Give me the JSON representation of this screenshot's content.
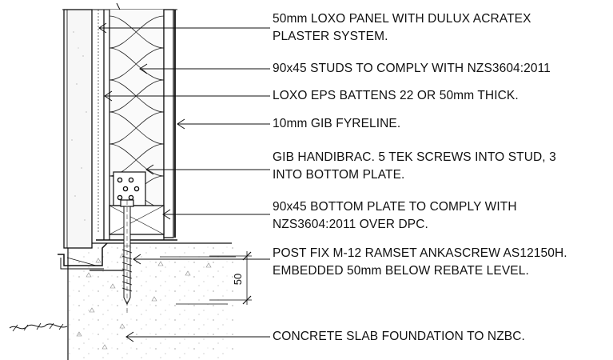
{
  "labels": [
    {
      "id": "loxo-panel",
      "lines": [
        "50mm LOXO PANEL WITH DULUX ACRATEX",
        "PLASTER SYSTEM."
      ]
    },
    {
      "id": "studs",
      "lines": [
        "90x45 STUDS TO COMPLY WITH NZS3604:2011"
      ]
    },
    {
      "id": "battens",
      "lines": [
        "LOXO EPS BATTENS 22 OR 50mm THICK."
      ]
    },
    {
      "id": "gib",
      "lines": [
        "10mm GIB FYRELINE."
      ]
    },
    {
      "id": "handibrac",
      "lines": [
        "GIB HANDIBRAC. 5 TEK SCREWS INTO STUD, 3",
        "INTO BOTTOM PLATE."
      ]
    },
    {
      "id": "bottom-plate",
      "lines": [
        "90x45 BOTTOM PLATE TO COMPLY WITH",
        "NZS3604:2011 OVER DPC."
      ]
    },
    {
      "id": "anchor",
      "lines": [
        "POST FIX M-12 RAMSET ANKASCREW AS12150H.",
        "EMBEDDED 50mm BELOW REBATE LEVEL."
      ]
    },
    {
      "id": "slab",
      "lines": [
        "CONCRETE SLAB FOUNDATION TO NZBC."
      ]
    }
  ],
  "dimension": {
    "value": "50"
  },
  "colors": {
    "line": "#111111",
    "panel": "#f4f4f4",
    "plate": "#e9e9e9"
  }
}
